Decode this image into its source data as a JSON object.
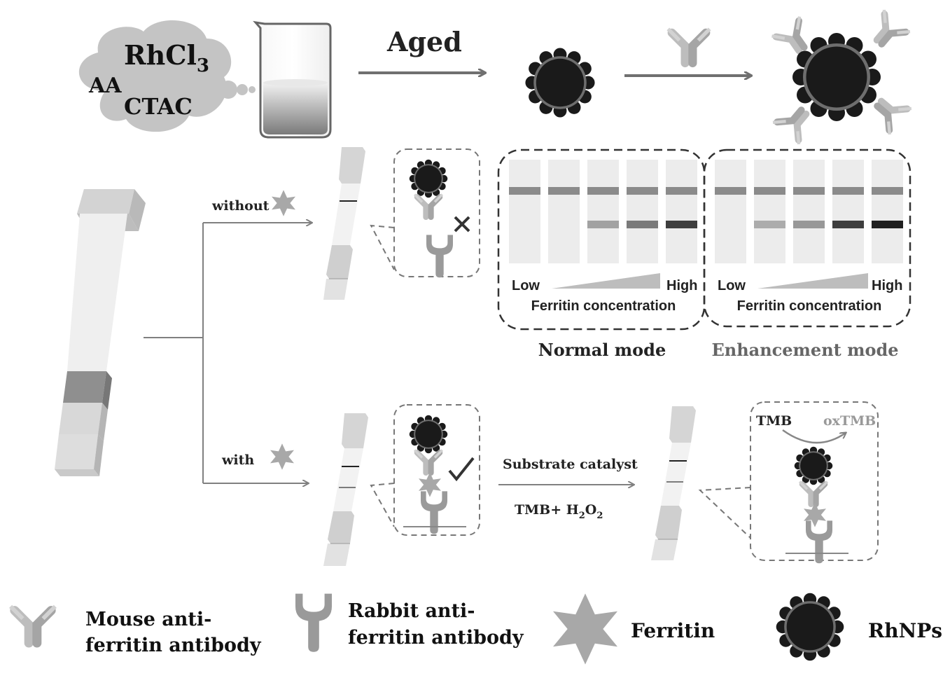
{
  "synthesis": {
    "cloud": {
      "rhcl": "RhCl",
      "rhcl_sub": "3",
      "aa": "AA",
      "ctac": "CTAC"
    },
    "aged_label": "Aged"
  },
  "strip_branch": {
    "without_label": "without",
    "with_label": "with"
  },
  "results": {
    "normal": {
      "low": "Low",
      "high": "High",
      "concentration_label": "Ferritin concentration",
      "mode_label": "Normal mode",
      "control_line_levels": [
        0.85,
        0.85,
        0.85,
        0.85,
        0.85
      ],
      "test_line_levels": [
        0,
        0,
        0.35,
        0.55,
        0.85
      ]
    },
    "enhancement": {
      "low": "Low",
      "high": "High",
      "concentration_label": "Ferritin concentration",
      "mode_label": "Enhancement mode",
      "control_line_levels": [
        0.85,
        0.85,
        0.85,
        0.85,
        0.85
      ],
      "test_line_levels": [
        0,
        0.3,
        0.4,
        0.85,
        1.0
      ]
    }
  },
  "catalysis": {
    "step_label": "Substrate catalyst",
    "reagent_main": "TMB+ H",
    "reagent_sub1": "2",
    "reagent_o": "O",
    "reagent_sub2": "2",
    "tmb_label": "TMB",
    "oxtmb_label": "oxTMB"
  },
  "legend": {
    "mouse_line1": "Mouse anti-",
    "mouse_line2": "ferritin  antibody",
    "rabbit_line1": "Rabbit anti-",
    "rabbit_line2": "ferritin  antibody",
    "ferritin": "Ferritin",
    "rhnps": "RhNPs"
  },
  "colors": {
    "dark": "#1a1a1a",
    "arrow": "#707070",
    "antibody": "#bdbdbd",
    "antibody_dark": "#8f8f8f",
    "star": "#a8a8a8",
    "strip": "#dcdcdc",
    "strip_pad": "#c8c8c8"
  }
}
